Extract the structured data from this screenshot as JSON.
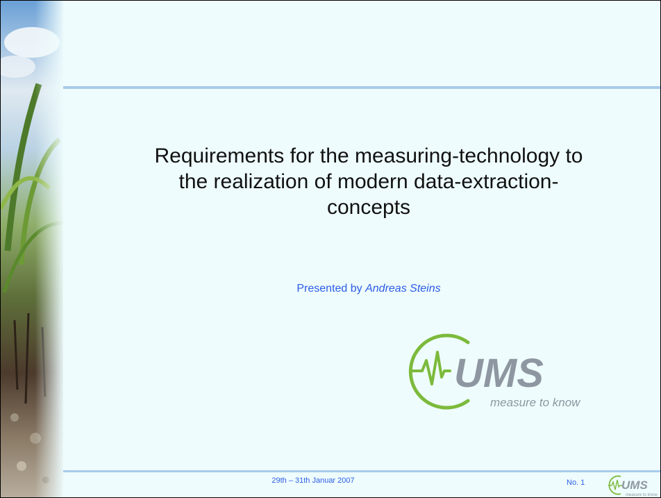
{
  "slide": {
    "title_lines": [
      "Requirements for the measuring-technology to",
      "the realization of modern data-extraction-",
      "concepts"
    ],
    "presenter_prefix": "Presented by ",
    "presenter_name": "Andreas Steins",
    "date": "29th – 31th Januar 2007",
    "page_number": "No. 1"
  },
  "logo": {
    "brand": "UMS",
    "tagline": "measure to know"
  },
  "colors": {
    "background": "#eefcfd",
    "rule": "#a8cbea",
    "accent_text": "#2b5ce6",
    "logo_green": "#7cba3b",
    "logo_gray": "#8e97a1"
  }
}
